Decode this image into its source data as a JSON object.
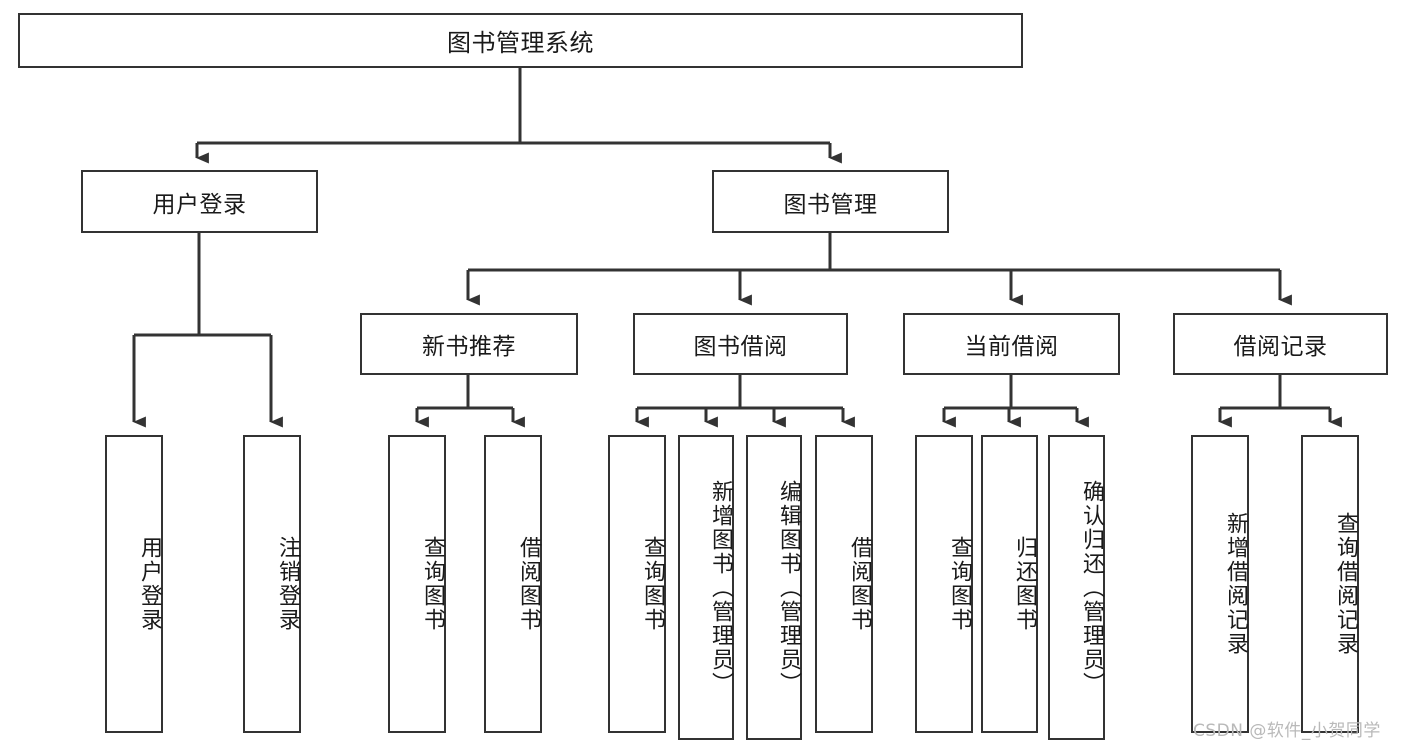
{
  "diagram": {
    "title": "图书管理系统",
    "watermark": "CSDN @软件_小贺同学",
    "stroke_color": "#333333",
    "background_color": "#ffffff",
    "text_color": "#1a1a1a",
    "watermark_color": "#b9b9b9",
    "levels": {
      "level1": [
        {
          "label": "图书管理系统"
        }
      ],
      "level2": [
        {
          "label": "用户登录"
        },
        {
          "label": "图书管理"
        }
      ],
      "level3": [
        {
          "label": "新书推荐"
        },
        {
          "label": "图书借阅"
        },
        {
          "label": "当前借阅"
        },
        {
          "label": "借阅记录"
        }
      ],
      "leaves": [
        {
          "label": "用户登录",
          "parent": "用户登录"
        },
        {
          "label": "注销登录",
          "parent": "用户登录"
        },
        {
          "label": "查询图书",
          "parent": "新书推荐"
        },
        {
          "label": "借阅图书",
          "parent": "新书推荐"
        },
        {
          "label": "查询图书",
          "parent": "图书借阅"
        },
        {
          "label": "新增图书（管理员）",
          "parent": "图书借阅"
        },
        {
          "label": "编辑图书（管理员）",
          "parent": "图书借阅"
        },
        {
          "label": "借阅图书",
          "parent": "图书借阅"
        },
        {
          "label": "查询图书",
          "parent": "当前借阅"
        },
        {
          "label": "归还图书",
          "parent": "当前借阅"
        },
        {
          "label": "确认归还（管理员）",
          "parent": "当前借阅"
        },
        {
          "label": "新增借阅记录",
          "parent": "借阅记录"
        },
        {
          "label": "查询借阅记录",
          "parent": "借阅记录"
        }
      ]
    }
  }
}
